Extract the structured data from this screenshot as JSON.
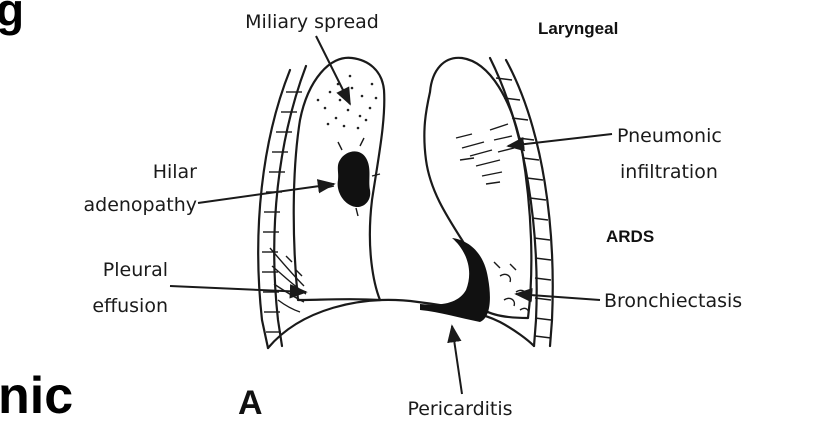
{
  "fragments": {
    "top_left": "g",
    "bottom_left": "nic"
  },
  "labels": {
    "miliary_spread": "Miliary spread",
    "laryngeal": "Laryngeal",
    "pneumonic_line1": "Pneumonic",
    "pneumonic_line2": "infiltration",
    "hilar_line1": "Hilar",
    "hilar_line2": "adenopathy",
    "ards": "ARDS",
    "pleural_line1": "Pleural",
    "pleural_line2": "effusion",
    "bronchiectasis": "Bronchiectasis",
    "pericarditis": "Pericarditis",
    "panel_letter": "A"
  }
}
